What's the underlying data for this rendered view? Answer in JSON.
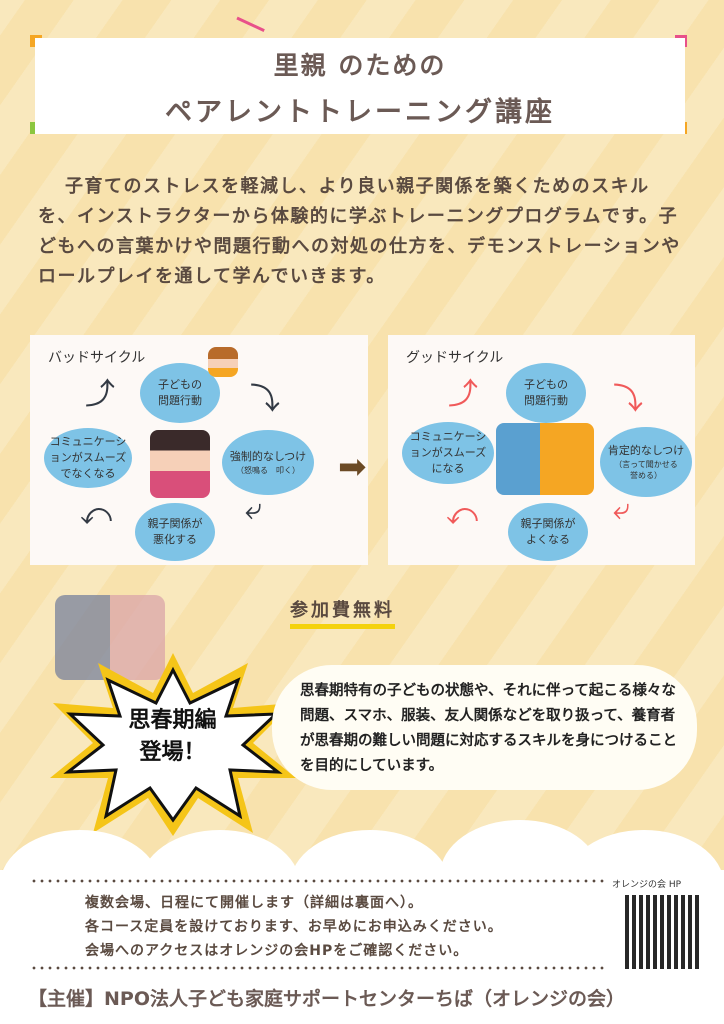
{
  "title": {
    "line1": "里親 のための",
    "line2": "ペアレントトレーニング講座"
  },
  "intro": "子育てのストレスを軽減し、より良い親子関係を築くためのスキルを、インストラクターから体験的に学ぶトレーニングプログラムです。子どもへの言葉かけや問題行動への対処の仕方を、デモンストレーションやロールプレイを通して学んでいきます。",
  "bad_cycle": {
    "title": "バッドサイクル",
    "top": [
      "子どもの",
      "問題行動"
    ],
    "right": "強制的なしつけ",
    "right_note": "（怒鳴る　叩く）",
    "bottom": [
      "親子関係が",
      "悪化する"
    ],
    "left": [
      "コミュニケーシ",
      "ョンがスムーズ",
      "でなくなる"
    ]
  },
  "good_cycle": {
    "title": "グッドサイクル",
    "top": [
      "子どもの",
      "問題行動"
    ],
    "right": "肯定的なしつけ",
    "right_note": [
      "（言って聞かせる",
      "誉める）"
    ],
    "bottom": [
      "親子関係が",
      "よくなる"
    ],
    "left": [
      "コミュニケーシ",
      "ョンがスムーズ",
      "になる"
    ]
  },
  "fee": "参加費無料",
  "burst": {
    "line1": "思春期編",
    "line2": "登場！"
  },
  "puberty_text": "思春期特有の子どもの状態や、それに伴って起こる様々な問題、スマホ、服装、友人関係などを取り扱って、養育者が思春期の難しい問題に対応するスキルを身につけることを目的にしています。",
  "info": [
    "複数会場、日程にて開催します（詳細は裏面へ）。",
    "各コース定員を設けております、お早めにお申込みください。",
    "会場へのアクセスはオレンジの会HPをご確認ください。"
  ],
  "qr_label": "オレンジの会 HP",
  "footer": "【主催】NPO法人子ども家庭サポートセンターちば（オレンジの会）",
  "colors": {
    "bubble": "#7ec3e6",
    "bad_arrow": "#333a44",
    "good_arrow": "#f05a5a",
    "title": "#6b5a55"
  }
}
